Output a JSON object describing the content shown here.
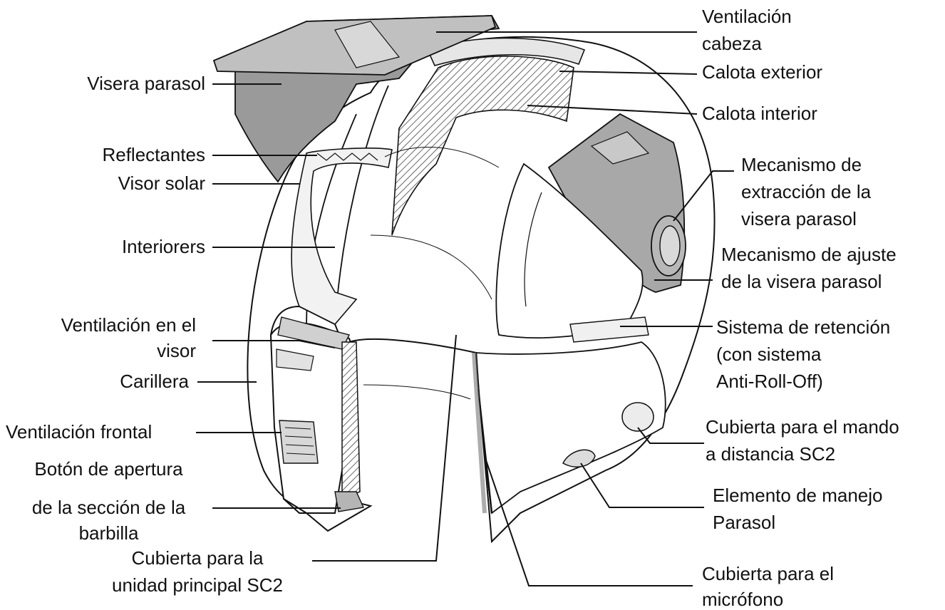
{
  "labels": {
    "visera_parasol": "Visera parasol",
    "reflectantes": "Reflectantes",
    "visor_solar": "Visor solar",
    "interiores": "Interiorers",
    "ventilacion_visor_1": "Ventilación en el",
    "ventilacion_visor_2": "visor",
    "carillera": "Carillera",
    "ventilacion_frontal": "Ventilación frontal",
    "boton_apertura_1": "Botón de apertura",
    "boton_apertura_2": "de la sección de la",
    "boton_apertura_3": "barbilla",
    "cubierta_unidad_1": "Cubierta para la",
    "cubierta_unidad_2": "unidad principal SC2",
    "ventilacion_cabeza_1": "Ventilación",
    "ventilacion_cabeza_2": "cabeza",
    "calota_exterior": "Calota exterior",
    "calota_interior": "Calota interior",
    "mecanismo_extraccion_1": "Mecanismo de",
    "mecanismo_extraccion_2": "extracción de la",
    "mecanismo_extraccion_3": "visera parasol",
    "mecanismo_ajuste_1": "Mecanismo de ajuste",
    "mecanismo_ajuste_2": "de la visera parasol",
    "sistema_retencion_1": "Sistema de retención",
    "sistema_retencion_2": "(con sistema",
    "sistema_retencion_3": "Anti-Roll-Off)",
    "cubierta_mando_1": "Cubierta para el mando",
    "cubierta_mando_2": "a distancia SC2",
    "elemento_manejo_1": "Elemento de manejo",
    "elemento_manejo_2": "Parasol",
    "cubierta_microfono_1": "Cubierta para el",
    "cubierta_microfono_2": "micrófono"
  },
  "colors": {
    "line": "#111111",
    "shade_dark": "#7d7d7d",
    "shade_mid": "#a9a9a9",
    "shade_light": "#c4c4c4",
    "background": "#ffffff"
  }
}
